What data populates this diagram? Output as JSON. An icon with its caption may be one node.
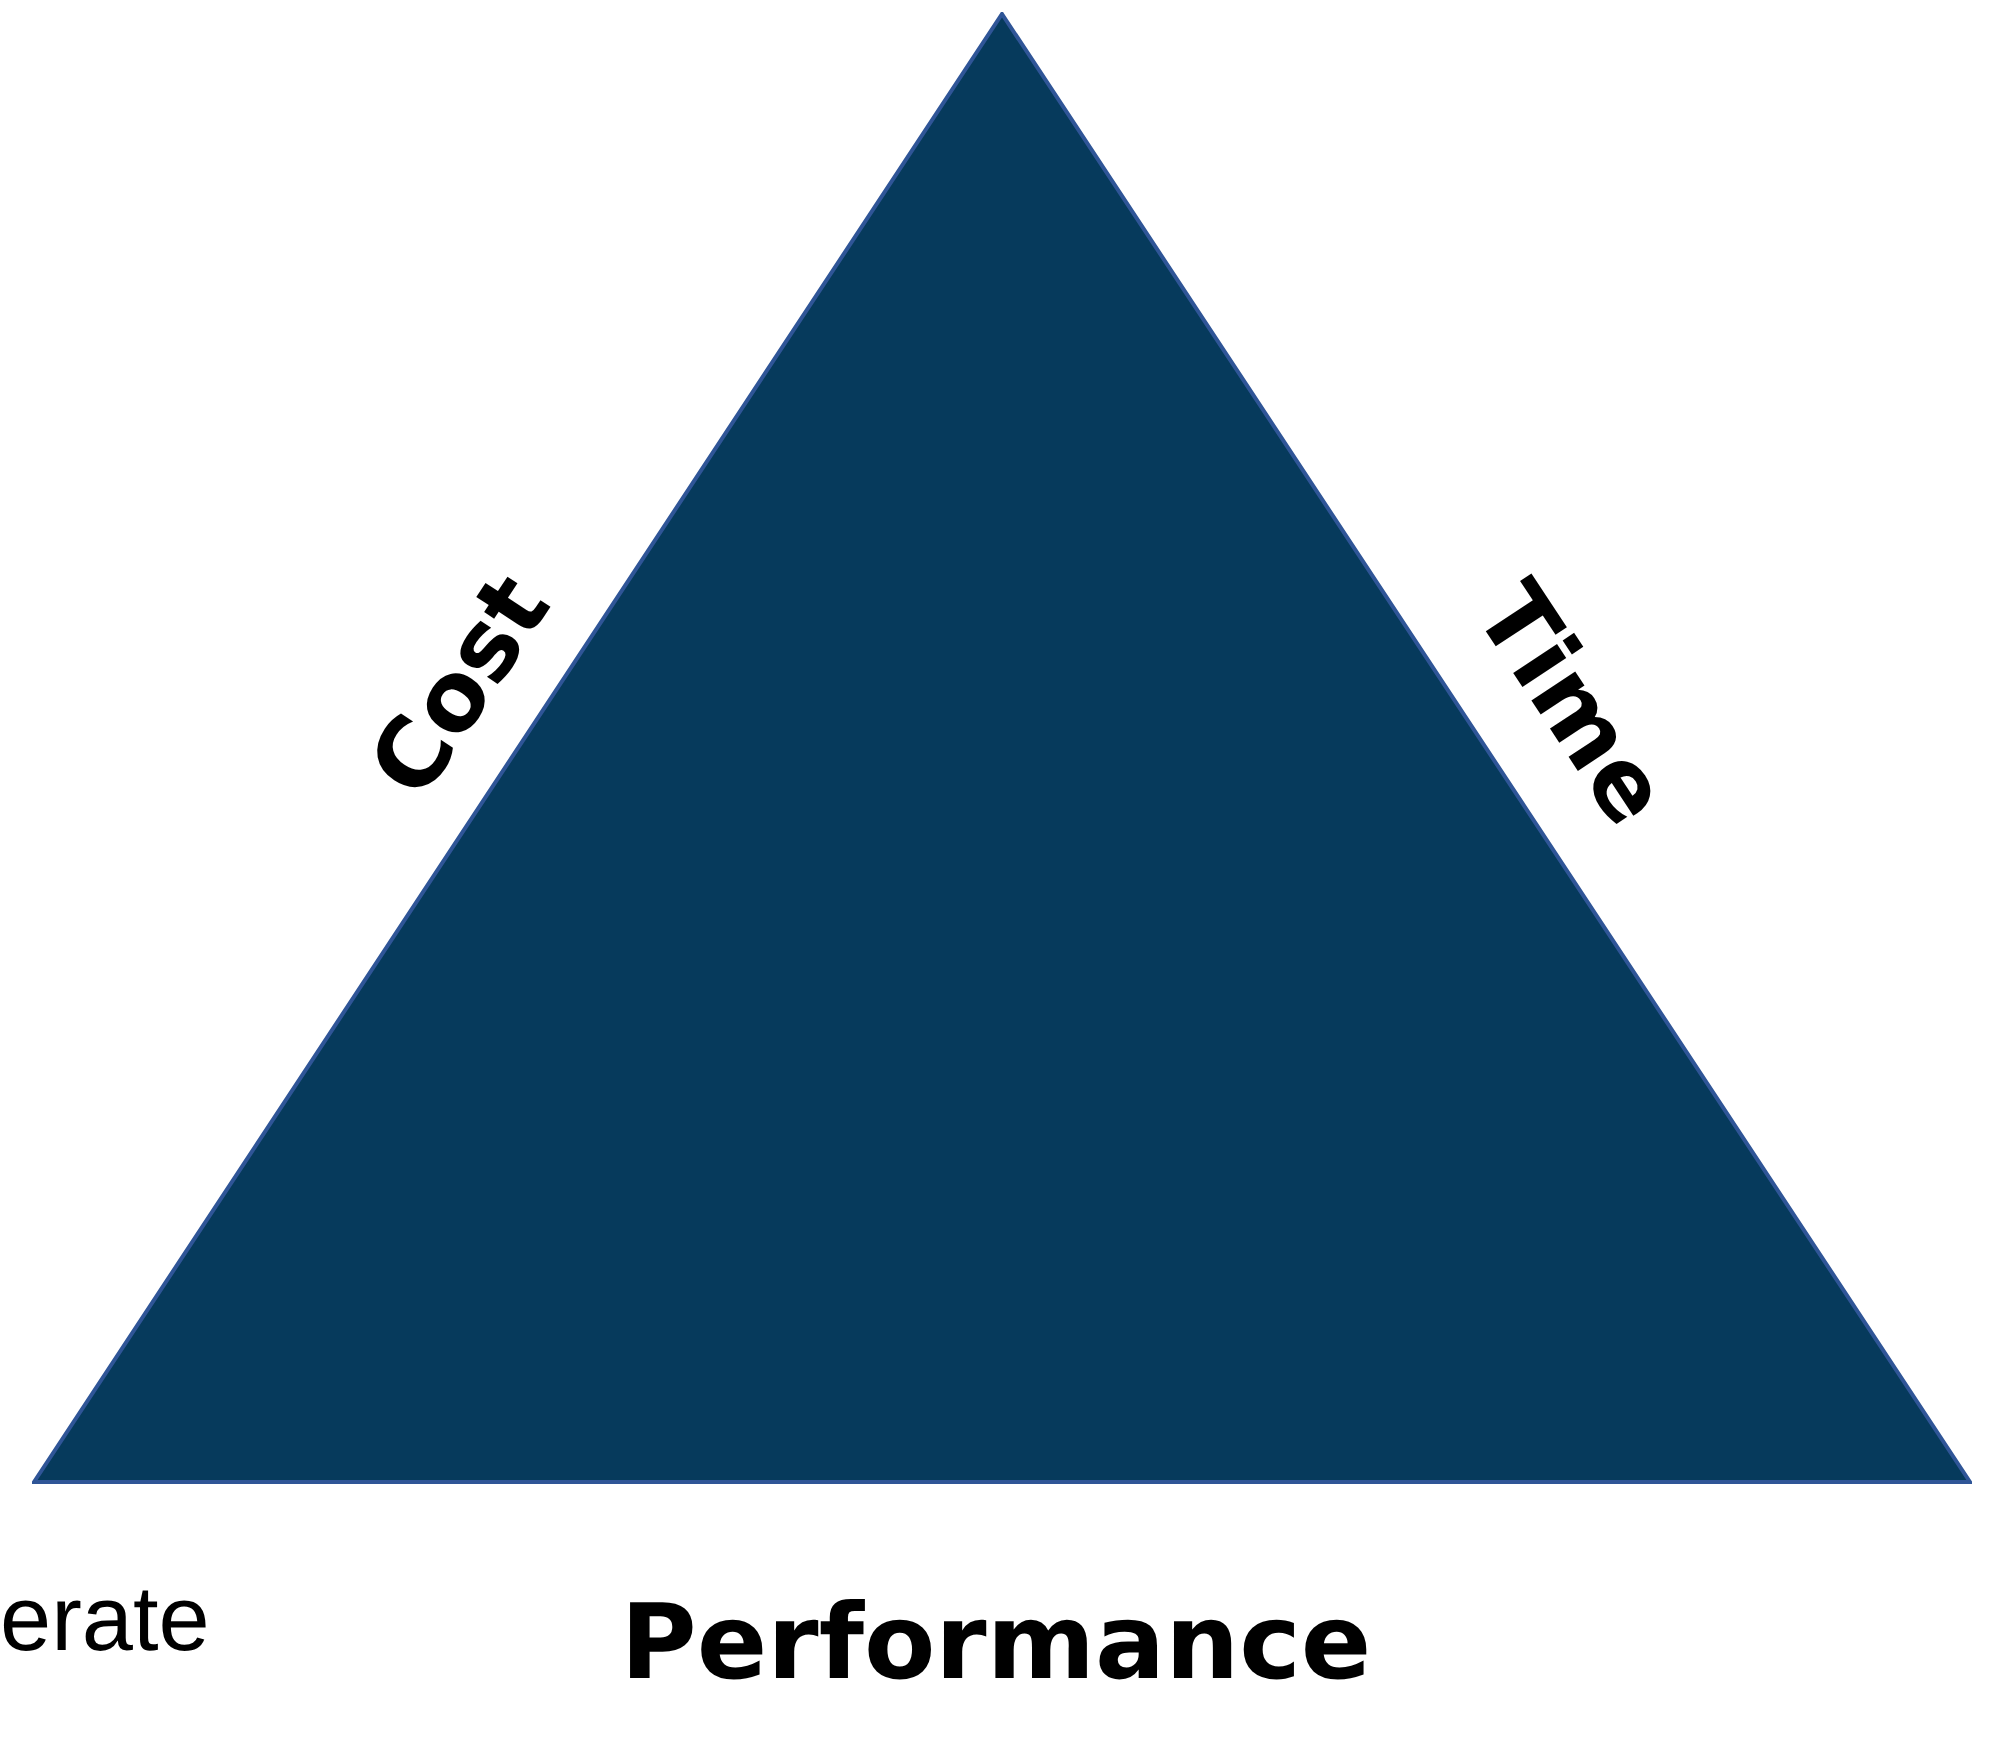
{
  "diagram": {
    "nodes": [
      {
        "text": [],
        "shape": "triangle",
        "beside": [
          "Cost",
          "Time",
          "Performance"
        ]
      }
    ],
    "labels": [
      "erate"
    ]
  }
}
